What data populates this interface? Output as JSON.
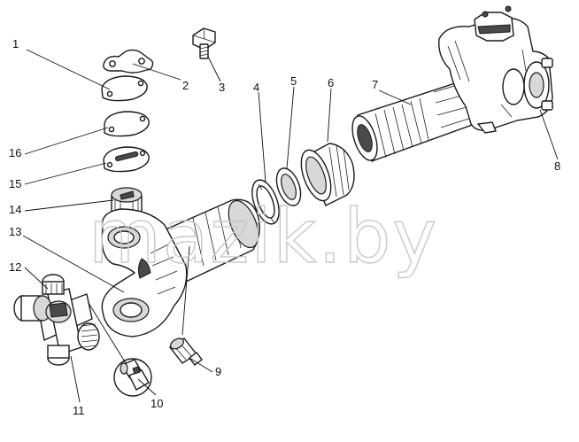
{
  "watermark": "mazik.by",
  "corner_mark": "",
  "callouts": [
    "1",
    "2",
    "3",
    "4",
    "5",
    "6",
    "7",
    "8",
    "9",
    "10",
    "11",
    "12",
    "13",
    "14",
    "15",
    "16"
  ]
}
